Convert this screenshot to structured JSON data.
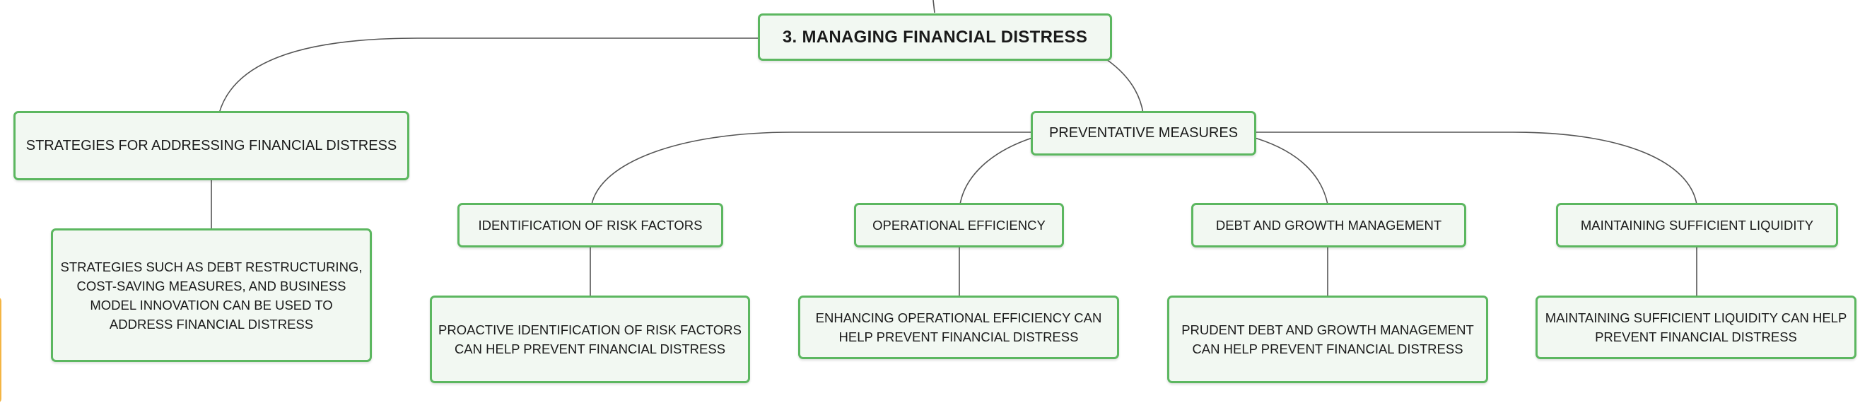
{
  "mindmap": {
    "root": {
      "label": "3. MANAGING FINANCIAL DISTRESS"
    },
    "branches": [
      {
        "label": "STRATEGIES FOR ADDRESSING FINANCIAL DISTRESS",
        "children": [
          {
            "label": "STRATEGIES SUCH AS DEBT RESTRUCTURING, COST-SAVING MEASURES, AND BUSINESS MODEL INNOVATION CAN BE USED TO ADDRESS FINANCIAL DISTRESS"
          }
        ]
      },
      {
        "label": "PREVENTATIVE MEASURES",
        "children": [
          {
            "label": "IDENTIFICATION OF RISK FACTORS",
            "detail": "PROACTIVE IDENTIFICATION OF RISK FACTORS CAN HELP PREVENT FINANCIAL DISTRESS"
          },
          {
            "label": "OPERATIONAL EFFICIENCY",
            "detail": "ENHANCING OPERATIONAL EFFICIENCY CAN HELP PREVENT FINANCIAL DISTRESS"
          },
          {
            "label": "DEBT AND GROWTH MANAGEMENT",
            "detail": "PRUDENT DEBT AND GROWTH MANAGEMENT CAN HELP PREVENT FINANCIAL DISTRESS"
          },
          {
            "label": "MAINTAINING SUFFICIENT LIQUIDITY",
            "detail": "MAINTAINING SUFFICIENT LIQUIDITY CAN HELP PREVENT FINANCIAL DISTRESS"
          }
        ]
      }
    ],
    "colors": {
      "node_fill": "#f2f8f2",
      "node_border": "#5cb760",
      "connector": "#555555",
      "accent": "#f4b544"
    }
  }
}
